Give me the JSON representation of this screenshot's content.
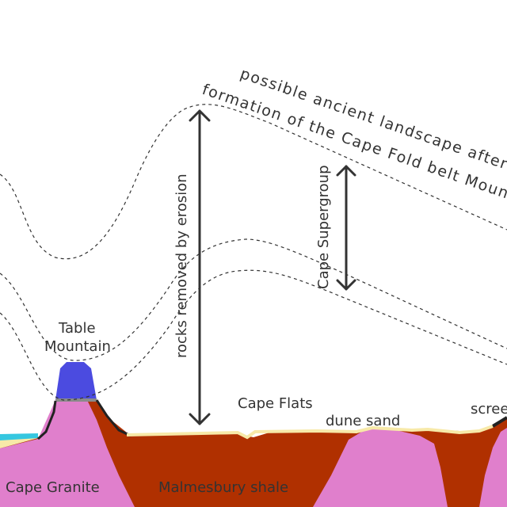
{
  "labels": {
    "ancient_landscape_line1": "possible ancient landscape after",
    "ancient_landscape_line2": "formation of the Cape Fold belt Mountains",
    "rocks_removed": "rocks removed by erosion",
    "cape_supergroup": "Cape Supergroup",
    "table_mountain_line1": "Table",
    "table_mountain_line2": "Mountain",
    "cape_flats": "Cape Flats",
    "dune_sand": "dune sand",
    "scree": "scree",
    "cape_granite": "Cape Granite",
    "malmesbury_shale": "Malmesbury shale"
  },
  "colors": {
    "granite": "#e07fcc",
    "shale": "#b03000",
    "sandstone_cap": "#4b4be0",
    "sand": "#f7e9a8",
    "sea": "#35c7e0",
    "line": "#333333"
  }
}
